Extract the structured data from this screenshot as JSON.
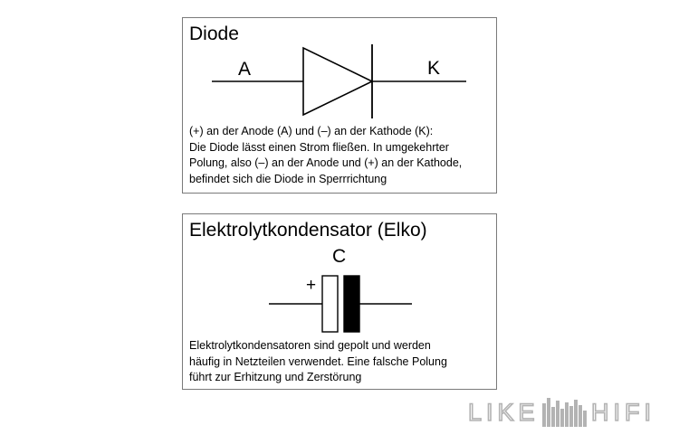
{
  "diode": {
    "title": "Diode",
    "anode_label": "A",
    "cathode_label": "K",
    "description": [
      "(+) an der Anode (A) und (–) an der Kathode (K):",
      "Die Diode lässt einen Strom fließen. In umgekehrter",
      "Polung, also (–) an der Anode und (+) an der Kathode,",
      "befindet sich die Diode in Sperrrichtung"
    ]
  },
  "elko": {
    "title": "Elektrolytkondensator (Elko)",
    "symbol_label": "C",
    "plus_label": "+",
    "description": [
      "Elektrolytkondensatoren sind gepolt und werden",
      "häufig in Netzteilen verwendet. Eine falsche Polung",
      "führt zur Erhitzung und Zerstörung"
    ]
  },
  "watermark": {
    "left_text": "LIKE",
    "right_text": "HIFI",
    "color": "#b3b3b3"
  }
}
